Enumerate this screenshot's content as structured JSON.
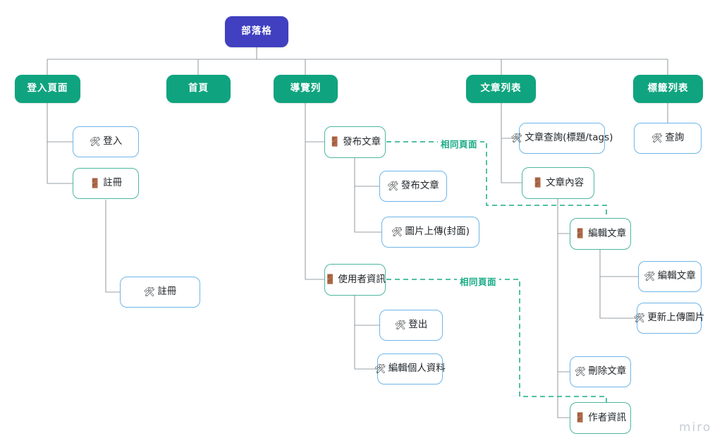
{
  "diagram": {
    "title": "部落格",
    "watermark": "miro",
    "colors": {
      "root": "#4040c0",
      "level1": "#0fa47f",
      "page_border": "#4db6a0",
      "function_border": "#6fb5e8",
      "wire": "#9aa0a6",
      "dashed": "#1aab86",
      "watermark": "#c9ccd6"
    },
    "icons": {
      "function": "🛠",
      "page": "🚪"
    },
    "dashed_labels": [
      {
        "text": "相同頁面"
      },
      {
        "text": "相同頁面"
      }
    ],
    "nodes": {
      "root": {
        "label": "部落格"
      },
      "level1": [
        {
          "label": "登入頁面"
        },
        {
          "label": "首頁"
        },
        {
          "label": "導覽列"
        },
        {
          "label": "文章列表"
        },
        {
          "label": "標籤列表"
        }
      ],
      "login_children": [
        {
          "label": "登入",
          "icon": "🛠",
          "kind": "func"
        },
        {
          "label": "註冊",
          "icon": "🚪",
          "kind": "page"
        },
        {
          "label": "註冊",
          "icon": "🛠",
          "kind": "func"
        }
      ],
      "nav_children": [
        {
          "label": "發布文章",
          "icon": "🚪",
          "kind": "page"
        },
        {
          "label": "發布文章",
          "icon": "🛠",
          "kind": "func"
        },
        {
          "label": "圖片上傳(封面)",
          "icon": "🛠",
          "kind": "func"
        },
        {
          "label": "使用者資訊",
          "icon": "🚪",
          "kind": "page"
        },
        {
          "label": "登出",
          "icon": "🛠",
          "kind": "func"
        },
        {
          "label": "編輯個人資料",
          "icon": "🛠",
          "kind": "func"
        }
      ],
      "article_children": [
        {
          "label": "文章查詢(標題/tags)",
          "icon": "🛠",
          "kind": "func"
        },
        {
          "label": "文章內容",
          "icon": "🚪",
          "kind": "page"
        },
        {
          "label": "編輯文章",
          "icon": "🚪",
          "kind": "page"
        },
        {
          "label": "編輯文章",
          "icon": "🛠",
          "kind": "func"
        },
        {
          "label": "更新上傳圖片",
          "icon": "🛠",
          "kind": "func"
        },
        {
          "label": "刪除文章",
          "icon": "🛠",
          "kind": "func"
        },
        {
          "label": "作者資訊",
          "icon": "🚪",
          "kind": "page"
        }
      ],
      "tag_children": [
        {
          "label": "查詢",
          "icon": "🛠",
          "kind": "func"
        }
      ]
    }
  }
}
